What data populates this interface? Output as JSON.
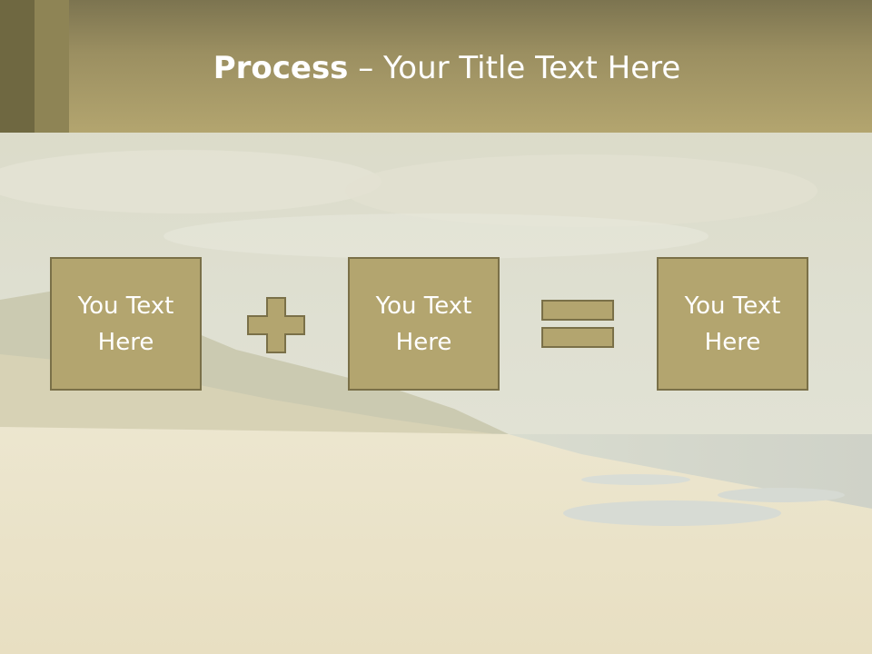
{
  "slide": {
    "title_bold": "Process",
    "title_rest": " – Your Title Text Here",
    "boxes": [
      {
        "text": "You Text\nHere"
      },
      {
        "text": "You Text\nHere"
      },
      {
        "text": "You Text\nHere"
      }
    ],
    "operators": [
      "plus-icon",
      "equals-icon"
    ]
  },
  "colors": {
    "header": "#b3a56f",
    "box_fill": "#b3a56f",
    "box_border": "#7a7048",
    "text": "#ffffff"
  }
}
